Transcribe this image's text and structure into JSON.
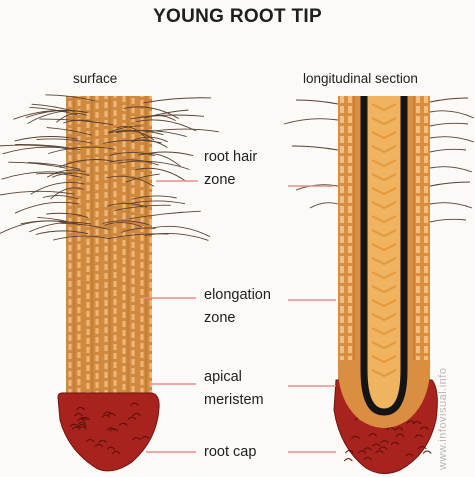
{
  "title": "YOUNG ROOT TIP",
  "views": {
    "surface": "surface",
    "section": "longitudinal section"
  },
  "labels": {
    "root_hair_zone": {
      "line1": "root hair",
      "line2": "zone"
    },
    "elongation_zone": {
      "line1": "elongation",
      "line2": "zone"
    },
    "apical_meristem": {
      "line1": "apical",
      "line2": "meristem"
    },
    "root_cap": {
      "line1": "root cap"
    }
  },
  "watermark": "www.infovisual.info",
  "colors": {
    "root_body": "#cf8a3f",
    "root_stripe": "#f0b473",
    "root_cap": "#a8231e",
    "vascular_core": "#141414",
    "leader_line": "#f08a8a"
  }
}
